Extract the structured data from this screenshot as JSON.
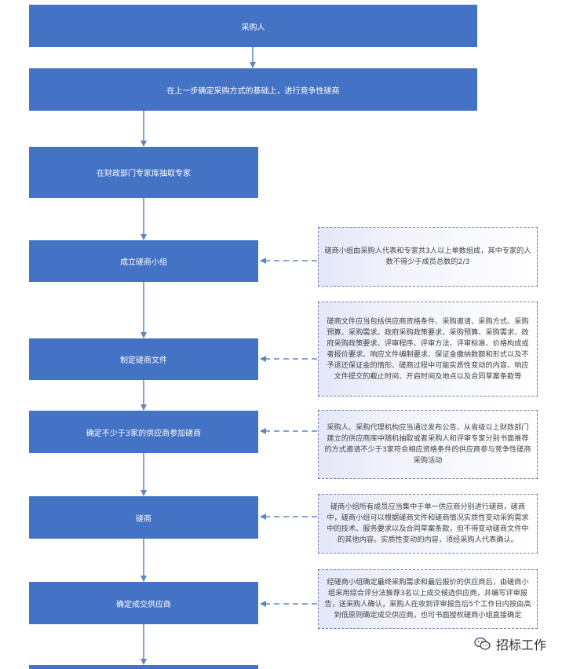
{
  "flow": {
    "steps": [
      {
        "label": "采购人"
      },
      {
        "label": "在上一步确定采购方式的基础上，进行竞争性磋商"
      },
      {
        "label": "在财政部门专家库抽取专家"
      },
      {
        "label": "成立磋商小组"
      },
      {
        "label": "制定磋商文件"
      },
      {
        "label": "确定不少于3家的供应商参加磋商"
      },
      {
        "label": "磋商"
      },
      {
        "label": "确定成交供应商"
      }
    ],
    "notes": [
      {
        "text": "磋商小组由采购人代表和专家共3人以上单数组成，其中专家的人数不得少于成员总数的2/3"
      },
      {
        "text": "磋商文件应当包括供应商资格条件、采购邀请、采购方式、采购预算、采购需求、政府采购政策要求、采购预算、采购需求、政府采购政策要求、评审程序、评审方法、评审标准、价格构成或者报价要求、响应文件编制要求、保证金缴纳数额和形式以及不予退还保证金的情形、磋商过程中可能实质性变动的内容、响应文件提交的截止时间、开启时间及地点以及合同草案条款等"
      },
      {
        "text": "采购人、采购代理机构应当通过发布公告、从省级以上财政部门建立的供应商库中随机抽取或者采购人和评审专家分别书面推荐的方式邀请不少于3家符合相应资格条件的供应商参与竞争性磋商采购活动"
      },
      {
        "text": "磋商小组所有成员应当集中于单一供应商分别进行磋商，磋商中，磋商小组可以根据磋商文件和磋商情况实质性变动采购需求中的技术、服务要求以及合同草案条款，但不得变动磋商文件中的其他内容。实质性变动的内容，须经采购人代表确认。"
      },
      {
        "text": "经磋商小组确定最终采购需求和最后报价的供应商后，由磋商小组采用综合评分法推荐3名以上成交候选供应商，并编写评审报告，送采购人确认，采购人在收到评审报告后5个工作日内按由高到低原则确定成交供应商，也可书面授权磋商小组直接确定"
      }
    ]
  },
  "watermark": {
    "icon": "wechat-icon",
    "text": "招标工作"
  },
  "colors": {
    "box": "#4472c4",
    "connector": "#5b86c9"
  }
}
